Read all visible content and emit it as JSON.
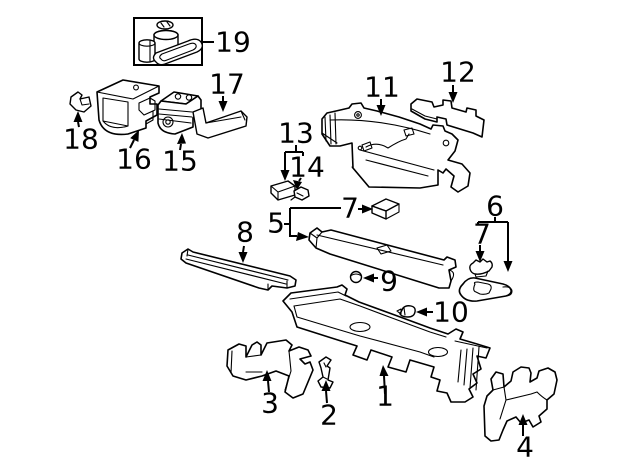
{
  "figure": {
    "type": "exploded-parts-diagram",
    "background": "#ffffff",
    "line_color": "#000000",
    "label_color": "#000000"
  },
  "labels": {
    "n1": "1",
    "n2": "2",
    "n3": "3",
    "n4": "4",
    "n5": "5",
    "n6": "6",
    "n7a": "7",
    "n7b": "7",
    "n8": "8",
    "n9": "9",
    "n10": "10",
    "n11": "11",
    "n12": "12",
    "n13": "13",
    "n14": "14",
    "n15": "15",
    "n16": "16",
    "n17": "17",
    "n18": "18",
    "n19": "19"
  }
}
